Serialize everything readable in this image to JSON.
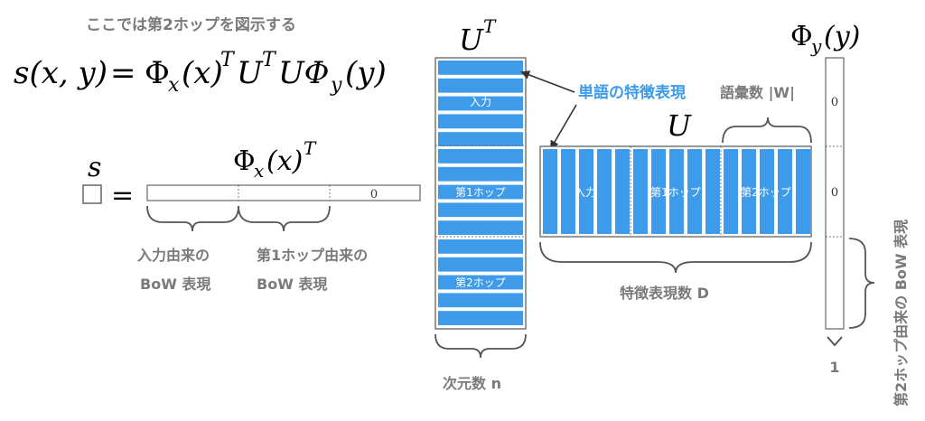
{
  "caption": "ここでは第2ホップを図示する",
  "formula": {
    "lhs": "s(x, y)",
    "equals": "=",
    "rhs_1": "Φ",
    "rhs_1_sub": "x",
    "rhs_2": "(x)",
    "rhs_2_sup": "T",
    "rhs_3": "U",
    "rhs_3_sup": "T",
    "rhs_4": "UΦ",
    "rhs_4_sub": "y",
    "rhs_5": "(y)"
  },
  "score": {
    "label": "s",
    "equals": "="
  },
  "phi_x": {
    "label_phi": "Φ",
    "label_sub": "x",
    "label_paren": "(x)",
    "label_sup": "T",
    "zero_value": "0",
    "brace_labels": [
      {
        "line1": "入力由来の",
        "line2": "BoW 表現"
      },
      {
        "line1": "第1ホップ由来の",
        "line2": "BoW 表現"
      }
    ]
  },
  "u_transpose": {
    "label_main": "U",
    "label_sup": "T",
    "section_labels": [
      "入力",
      "第1ホップ",
      "第2ホップ"
    ],
    "bottom_label": "次元数 n"
  },
  "word_feature_label": "単語の特徴表現",
  "u_matrix": {
    "label": "U",
    "section_labels": [
      "入力",
      "第1ホップ",
      "第2ホップ"
    ],
    "vocab_label": "語彙数 |W|",
    "bottom_label": "特徴表現数 D"
  },
  "phi_y": {
    "label_phi": "Φ",
    "label_sub": "y",
    "label_paren": "(y)",
    "zero_values": [
      "0",
      "0"
    ],
    "bottom_value": "1",
    "side_label": "第2ホップ由来の BoW 表現"
  },
  "colors": {
    "blue_bar": "#3d9be9",
    "blue_text": "#3d9be9",
    "gray_text": "#7a7a7a",
    "frame": "#555555"
  }
}
